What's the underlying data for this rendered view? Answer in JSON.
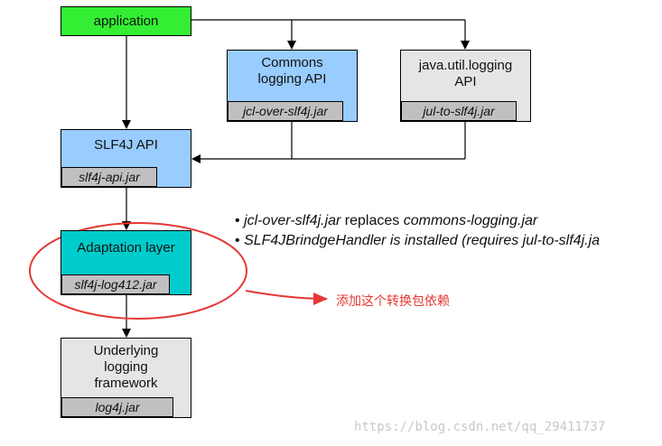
{
  "nodes": {
    "application": {
      "label": "application",
      "color": "#33ee33"
    },
    "commons": {
      "label": "Commons\nlogging API",
      "jar": "jcl-over-slf4j.jar",
      "color": "#99ccff"
    },
    "jul": {
      "label": "java.util.logging\nAPI",
      "jar": "jul-to-slf4j.jar",
      "color": "#e5e5e5"
    },
    "slf4j": {
      "label": "SLF4J API",
      "jar": "slf4j-api.jar",
      "color": "#99ccff"
    },
    "adaptation": {
      "label": "Adaptation layer",
      "jar": "slf4j-log412.jar",
      "color": "#00cccc"
    },
    "underlying": {
      "label": "Underlying\nlogging\nframework",
      "jar": "log4j.jar",
      "color": "#e5e5e5"
    }
  },
  "notes": [
    {
      "bullet": "•",
      "italic": "jcl-over-slf4j.jar",
      "mid": " replaces ",
      "italic2": "commons-logging.jar"
    },
    {
      "bullet": "•",
      "italic": "SLF4JBrindgeHandler is installed (requires jul-to-slf4j.ja",
      "mid": "",
      "italic2": ""
    }
  ],
  "annotation": {
    "text": "添加这个转换包依赖",
    "color": "#e53935"
  },
  "watermark": "https://blog.csdn.net/qq_29411737"
}
